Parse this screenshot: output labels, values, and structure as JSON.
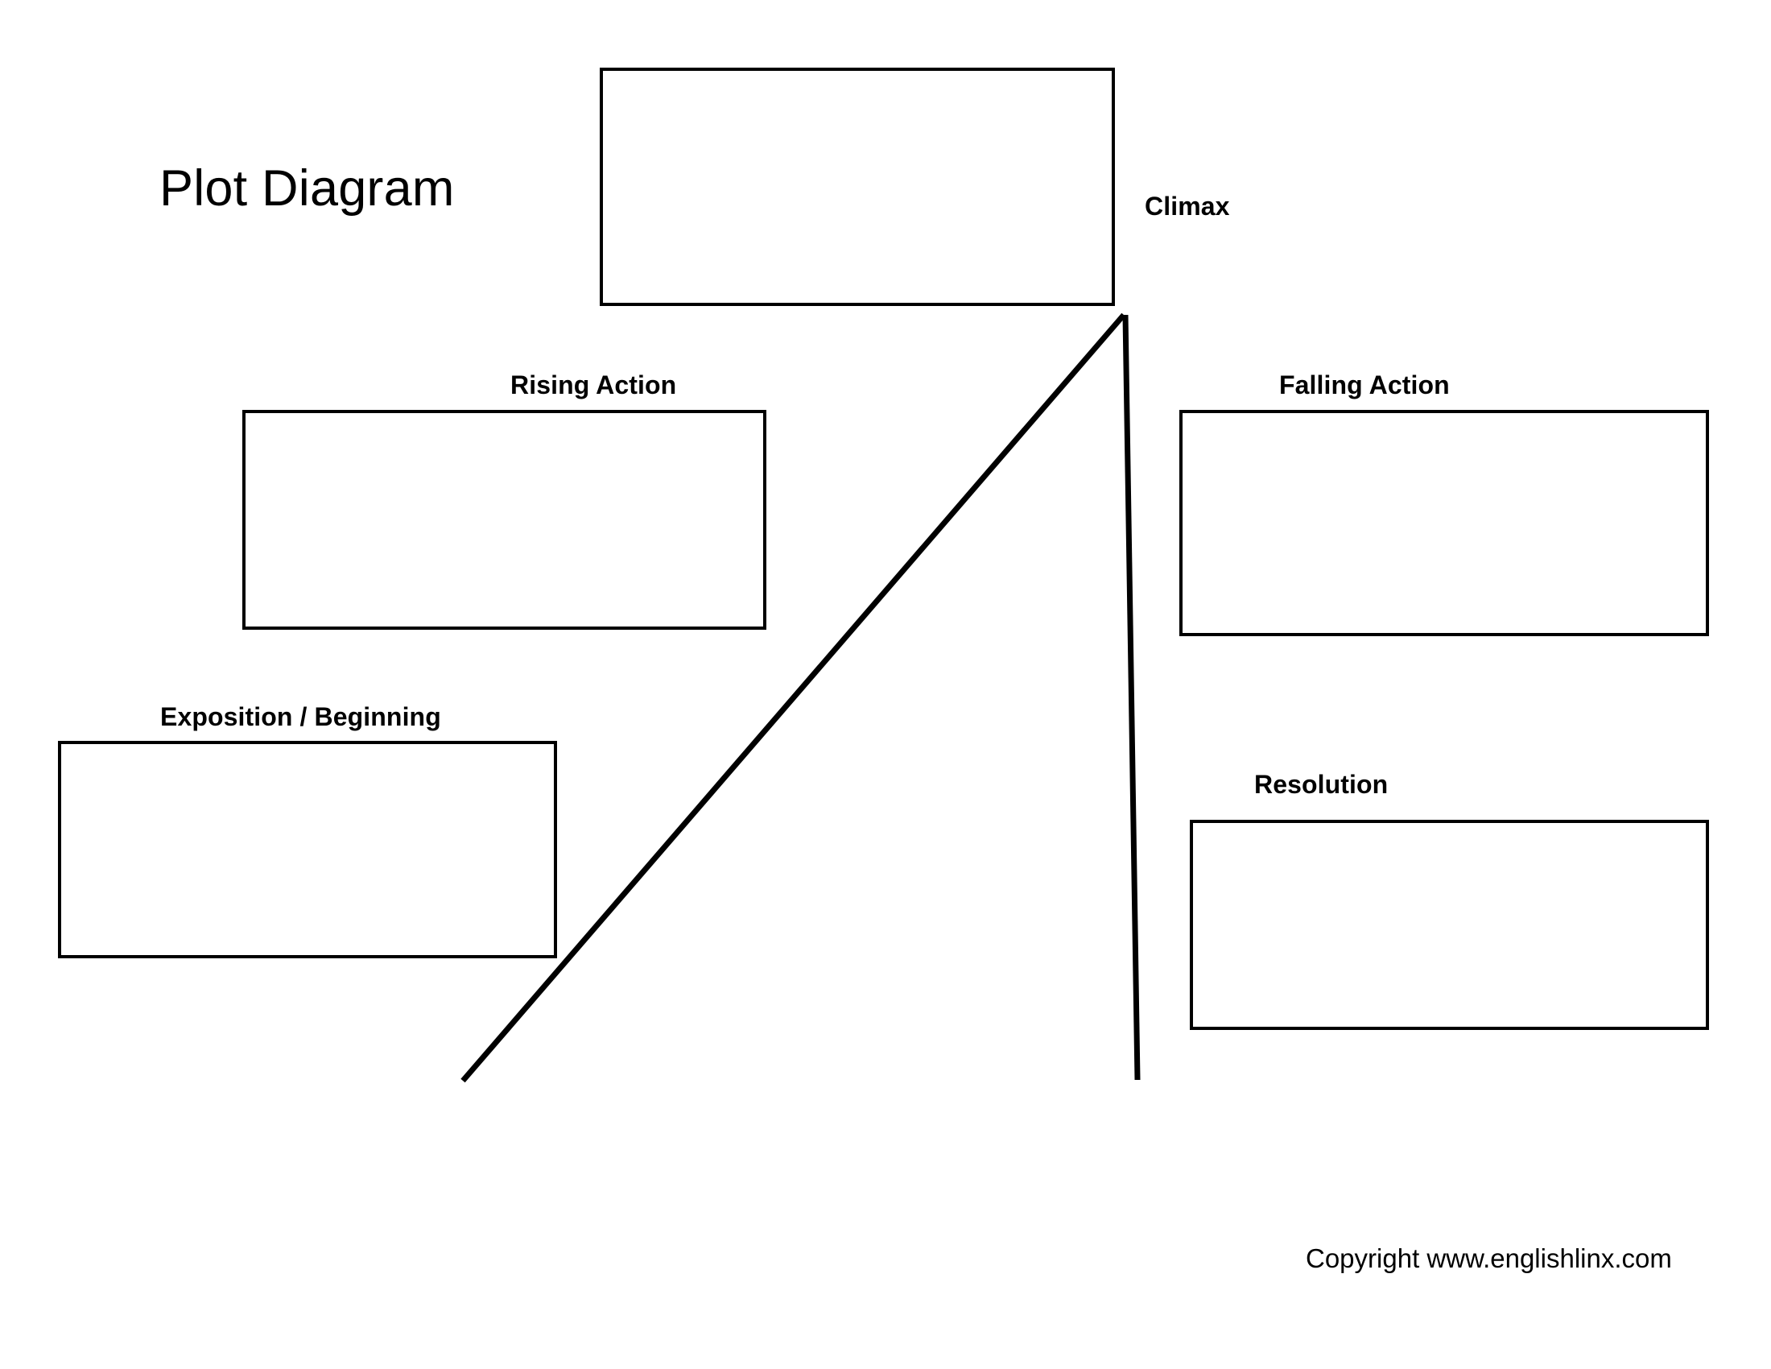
{
  "document": {
    "title": "Plot Diagram",
    "page_background": "#ffffff",
    "ink_color": "#000000"
  },
  "stages": {
    "exposition": {
      "label": "Exposition / Beginning",
      "answer_value": ""
    },
    "rising_action": {
      "label": "Rising Action",
      "answer_value": ""
    },
    "climax": {
      "label": "Climax",
      "answer_value": ""
    },
    "falling_action": {
      "label": "Falling Action",
      "answer_value": ""
    },
    "resolution": {
      "label": "Resolution",
      "answer_value": ""
    }
  },
  "footer": {
    "copyright": "Copyright www.englishlinx.com"
  }
}
